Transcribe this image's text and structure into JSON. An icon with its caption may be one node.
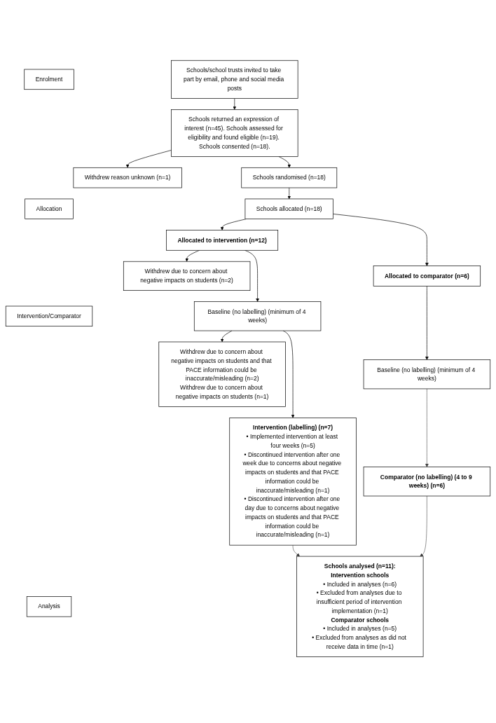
{
  "diagram": {
    "nodes": [
      {
        "text": [
          "Enrolment"
        ]
      },
      {
        "text": [
          "Allocation"
        ]
      },
      {
        "text": [
          "Intervention/Comparator"
        ]
      },
      {
        "text": [
          "Analysis"
        ]
      },
      {
        "text": [
          "Schools/school trusts invited to take part by email, phone and social media posts"
        ]
      },
      {
        "text": [
          "Schools returned an expression of interest (n=45). Schools assessed for eligibility and found eligible (n=19). Schools consented (n=18)."
        ]
      },
      {
        "text": [
          "Schools randomised (n=18)"
        ]
      },
      {
        "text": [
          "Withdrew reason unknown (n=1)"
        ]
      },
      {
        "text": [
          "Schools allocated (n=18)"
        ]
      },
      {
        "text": [
          "Allocated to intervention (n=12)"
        ]
      },
      {
        "text": [
          "Allocated to comparator (n=6)"
        ]
      },
      {
        "text": [
          "Withdrew due to concern about negative impacts on students (n=2)"
        ]
      },
      {
        "text": [
          "Baseline (no labelling) (minimum of 4 weeks)"
        ]
      },
      {
        "text": [
          "Baseline (no labelling) (minimum of 4 weeks)"
        ]
      },
      {
        "text": [
          "Withdrew due to concern about negative impacts on students and that PACE information could be inaccurate/misleading (n=2)",
          "Withdrew due to concern about negative impacts on students (n=1)"
        ]
      },
      {
        "text": [
          "Comparator (no labelling) (4 to 9 weeks) (n=6)"
        ]
      },
      {
        "text": [
          "Intervention (labelling) (n=7)",
          "• Implemented intervention at least four weeks (n=5)",
          "• Discontinued intervention after one week due to concerns about negative impacts on students and that PACE information could be inaccurate/misleading (n=1)",
          "• Discontinued intervention after one day due to concerns about negative impacts on students and that PACE information could be inaccurate/misleading (n=1)"
        ]
      },
      {
        "text": [
          "Schools analysed (n=11):",
          "Intervention schools",
          "• Included in analyses (n=6)",
          "• Excluded from analyses due to insufficient period of intervention implementation (n=1)",
          "Comparator schools",
          "• Included in analyses (n=5)",
          "• Excluded from analyses as did not receive data in time (n=1)"
        ]
      }
    ],
    "edges": [
      {
        "from": 4,
        "to": 5,
        "arrow": "to"
      },
      {
        "from": 5,
        "to": 6,
        "arrow": "to"
      },
      {
        "from": 5,
        "to": 7,
        "arrow": "to"
      },
      {
        "from": 6,
        "to": 8,
        "arrow": "to"
      },
      {
        "from": 8,
        "to": 9,
        "arrow": "to"
      },
      {
        "from": 8,
        "to": 10,
        "arrow": "to"
      },
      {
        "from": 9,
        "to": 11,
        "arrow": "to"
      },
      {
        "from": 9,
        "to": 12,
        "arrow": "to"
      },
      {
        "from": 10,
        "to": 13,
        "arrow": "to"
      },
      {
        "from": 12,
        "to": 14,
        "arrow": "to"
      },
      {
        "from": 12,
        "to": 16,
        "arrow": "to"
      },
      {
        "from": 13,
        "to": 15,
        "arrow": "to"
      },
      {
        "from": 16,
        "to": 17,
        "arrow": "to"
      },
      {
        "from": 15,
        "to": 17,
        "arrow": "to"
      }
    ]
  }
}
